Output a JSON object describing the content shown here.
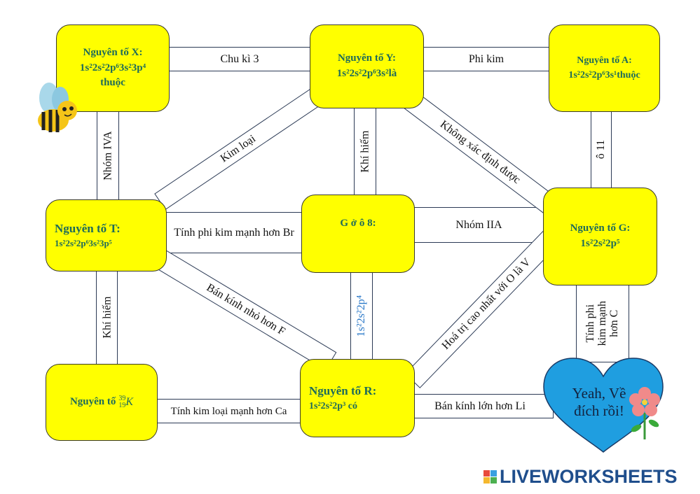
{
  "boxes": {
    "x": {
      "title": "Nguyên tố X:",
      "config": "1s²2s²2p⁶3s²3p⁴",
      "suffix": "thuộc"
    },
    "y": {
      "title": "Nguyên tố Y:",
      "config": "1s²2s²2p⁶3s²là"
    },
    "a": {
      "title": "Nguyên tố A:",
      "config": "1s²2s²2p⁶3s¹thuộc"
    },
    "t": {
      "title": "Nguyên tố T:",
      "config": "1s²2s²2p⁶3s²3p⁵"
    },
    "g8": {
      "title": "G ở ô 8:"
    },
    "g": {
      "title": "Nguyên tố G:",
      "config": "1s²2s²2p⁵"
    },
    "k": {
      "title": "Nguyên tố",
      "isotope_mass": "39",
      "isotope_number": "19",
      "isotope_symbol": "K"
    },
    "r": {
      "title": "Nguyên tố R:",
      "config": "1s²2s²2p³ có"
    }
  },
  "connectors": {
    "x_y": "Chu kì 3",
    "y_a": "Phi kim",
    "x_t": "Nhóm IVA",
    "y_g8": "Khí hiếm",
    "a_g": "ô 11",
    "t_y": "Kim loại",
    "y_g": "Không xác định được",
    "t_g8": "Tính phi kim mạnh hơn Br",
    "g8_g": "Nhóm IIA",
    "t_k": "Khí hiếm",
    "t_r": "Bán kính nhỏ hơn F",
    "g8_r": "1s²2s²2p⁴",
    "r_g": "Hoá trị cao nhất với O là V",
    "g_finish": "Tính phi kim mạnh hơn C",
    "k_r": "Tính kim loại mạnh hơn Ca",
    "r_finish": "Bán kính lớn hơn Li"
  },
  "finish": {
    "line1": "Yeah, Về",
    "line2": "đích rồi!"
  },
  "logo": {
    "text": "LIVEWORKSHEETS"
  },
  "colors": {
    "box": "#ffff00",
    "box_text": "#1e6b5a",
    "heart": "#1f9ee0",
    "config_blue": "#2a78c8",
    "logo": "#1f4e8c"
  }
}
